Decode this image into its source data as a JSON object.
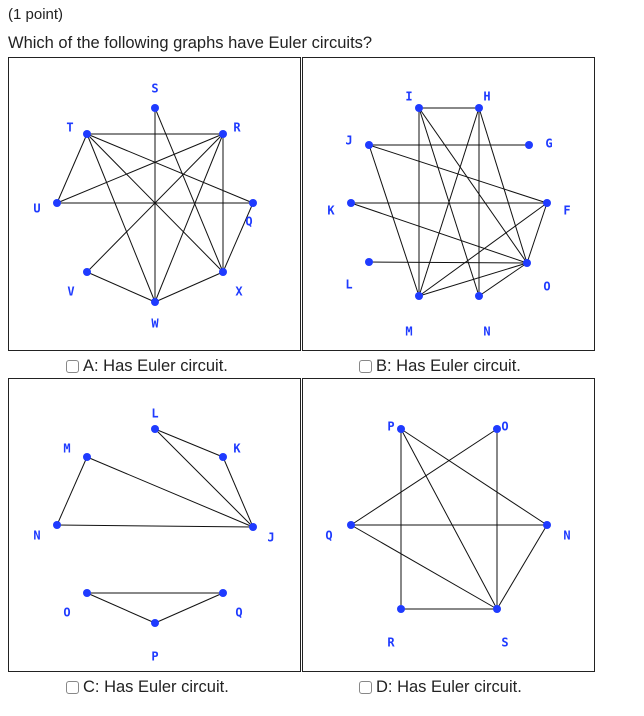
{
  "header": {
    "points": "(1 point)",
    "question": "Which of the following graphs have Euler circuits?"
  },
  "options": {
    "A": "A: Has Euler circuit.",
    "B": "B: Has Euler circuit.",
    "C": "C: Has Euler circuit.",
    "D": "D: Has Euler circuit."
  },
  "colors": {
    "vertex": "#1f3bff",
    "edge": "#111111",
    "border": "#222222"
  },
  "graphs": [
    {
      "id": "A",
      "vertices": {
        "S": "S",
        "R": "R",
        "Q": "Q",
        "X": "X",
        "W": "W",
        "V": "V",
        "U": "U",
        "T": "T"
      },
      "edges": [
        [
          "T",
          "R"
        ],
        [
          "T",
          "W"
        ],
        [
          "T",
          "X"
        ],
        [
          "T",
          "Q"
        ],
        [
          "S",
          "W"
        ],
        [
          "S",
          "X"
        ],
        [
          "R",
          "V"
        ],
        [
          "R",
          "W"
        ],
        [
          "R",
          "X"
        ],
        [
          "R",
          "U"
        ],
        [
          "U",
          "T"
        ],
        [
          "U",
          "Q"
        ],
        [
          "V",
          "W"
        ],
        [
          "W",
          "X"
        ],
        [
          "X",
          "Q"
        ]
      ]
    },
    {
      "id": "B",
      "vertices": {
        "I": "I",
        "H": "H",
        "G": "G",
        "F": "F",
        "O": "O",
        "N": "N",
        "M": "M",
        "L": "L",
        "K": "K",
        "J": "J"
      },
      "edges": [
        [
          "I",
          "H"
        ],
        [
          "I",
          "M"
        ],
        [
          "I",
          "N"
        ],
        [
          "I",
          "O"
        ],
        [
          "H",
          "M"
        ],
        [
          "H",
          "N"
        ],
        [
          "H",
          "O"
        ],
        [
          "J",
          "G"
        ],
        [
          "J",
          "F"
        ],
        [
          "J",
          "M"
        ],
        [
          "K",
          "O"
        ],
        [
          "K",
          "F"
        ],
        [
          "L",
          "O"
        ],
        [
          "M",
          "O"
        ],
        [
          "M",
          "F"
        ],
        [
          "N",
          "O"
        ],
        [
          "F",
          "O"
        ]
      ]
    },
    {
      "id": "C",
      "vertices": {
        "L": "L",
        "K": "K",
        "J": "J",
        "M": "M",
        "N": "N",
        "O": "O",
        "P": "P",
        "Q": "Q"
      },
      "edges": [
        [
          "L",
          "K"
        ],
        [
          "L",
          "J"
        ],
        [
          "K",
          "J"
        ],
        [
          "M",
          "J"
        ],
        [
          "M",
          "N"
        ],
        [
          "N",
          "J"
        ],
        [
          "O",
          "P"
        ],
        [
          "O",
          "Q"
        ],
        [
          "P",
          "Q"
        ]
      ]
    },
    {
      "id": "D",
      "vertices": {
        "P": "P",
        "O": "O",
        "N": "N",
        "S": "S",
        "R": "R",
        "Q": "Q"
      },
      "edges": [
        [
          "P",
          "N"
        ],
        [
          "P",
          "S"
        ],
        [
          "P",
          "R"
        ],
        [
          "O",
          "Q"
        ],
        [
          "O",
          "S"
        ],
        [
          "Q",
          "N"
        ],
        [
          "Q",
          "S"
        ],
        [
          "R",
          "S"
        ],
        [
          "N",
          "S"
        ]
      ]
    }
  ]
}
